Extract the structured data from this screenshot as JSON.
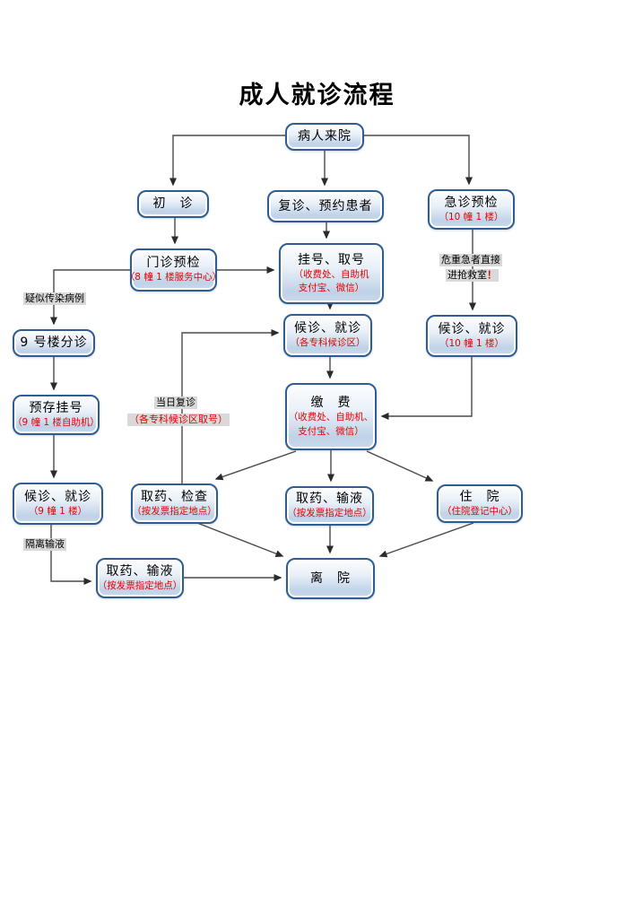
{
  "title": "成人就诊流程",
  "colors": {
    "box_border": "#2f5d92",
    "box_fill_top": "#fdfeff",
    "box_fill_bottom": "#bfd2e8",
    "subtitle_red": "#e80000",
    "edge_label_bg": "#d9d9d9",
    "line": "#3a3a3a"
  },
  "nodes": {
    "arrive": {
      "label": "病人来院"
    },
    "first_visit": {
      "label": "初　诊"
    },
    "return_visit": {
      "label": "复诊、预约患者"
    },
    "emergency_precheck": {
      "label": "急诊预检",
      "sub1": "（10 幢 1 楼）"
    },
    "outpatient_precheck": {
      "label": "门诊预检",
      "sub1": "（8 幢 1 楼服务中心）"
    },
    "register": {
      "label": "挂号、取号",
      "sub1": "（收费处、自助机",
      "sub2": "支付宝、微信）"
    },
    "waiting_mid": {
      "label": "候诊、就诊",
      "sub1": "（各专科候诊区）"
    },
    "waiting_right": {
      "label": "候诊、就诊",
      "sub1": "（10 幢 1 楼）"
    },
    "triage_9": {
      "label": "9 号楼分诊"
    },
    "prestore_register": {
      "label": "预存挂号",
      "sub1": "（9 幢 1 楼自助机）"
    },
    "waiting_left": {
      "label": "候诊、就诊",
      "sub1": "（9 幢 1 楼）"
    },
    "pay": {
      "label": "缴　费",
      "sub1": "（收费处、自助机、",
      "sub2": "支付宝、微信）"
    },
    "medicine_check": {
      "label": "取药、检查",
      "sub1": "（按发票指定地点）"
    },
    "medicine_infusion_mid": {
      "label": "取药、输液",
      "sub1": "（按发票指定地点）"
    },
    "hospitalize": {
      "label": "住　院",
      "sub1": "（住院登记中心）"
    },
    "medicine_infusion_iso": {
      "label": "取药、输液",
      "sub1": "（按发票指定地点）"
    },
    "leave": {
      "label": "离　院"
    }
  },
  "edge_labels": {
    "suspected_infection": "疑似传染病例",
    "critical_line1": "危重急者直接",
    "critical_line2": "进抢救室",
    "critical_mark": "！",
    "same_day_line1": "当日复诊",
    "same_day_line2": "（各专科候诊区取号）",
    "isolation_infusion": "隔离输液"
  }
}
